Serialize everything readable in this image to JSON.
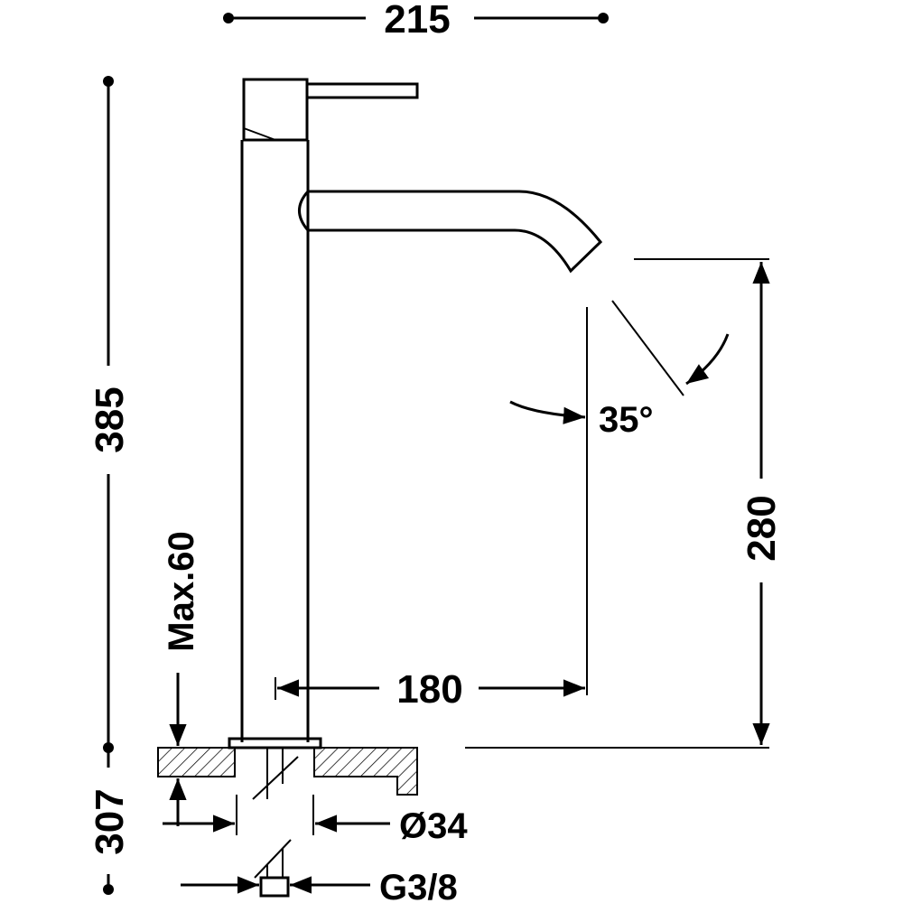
{
  "dimensions": {
    "overall_width": "215",
    "overall_height": "385",
    "spout_height": "280",
    "spout_reach": "180",
    "max_counter": "Max.60",
    "below_counter": "307",
    "hole_diameter": "Ø34",
    "connection": "G3/8",
    "spout_angle": "35°"
  },
  "colors": {
    "line": "#000000",
    "background": "#ffffff"
  }
}
